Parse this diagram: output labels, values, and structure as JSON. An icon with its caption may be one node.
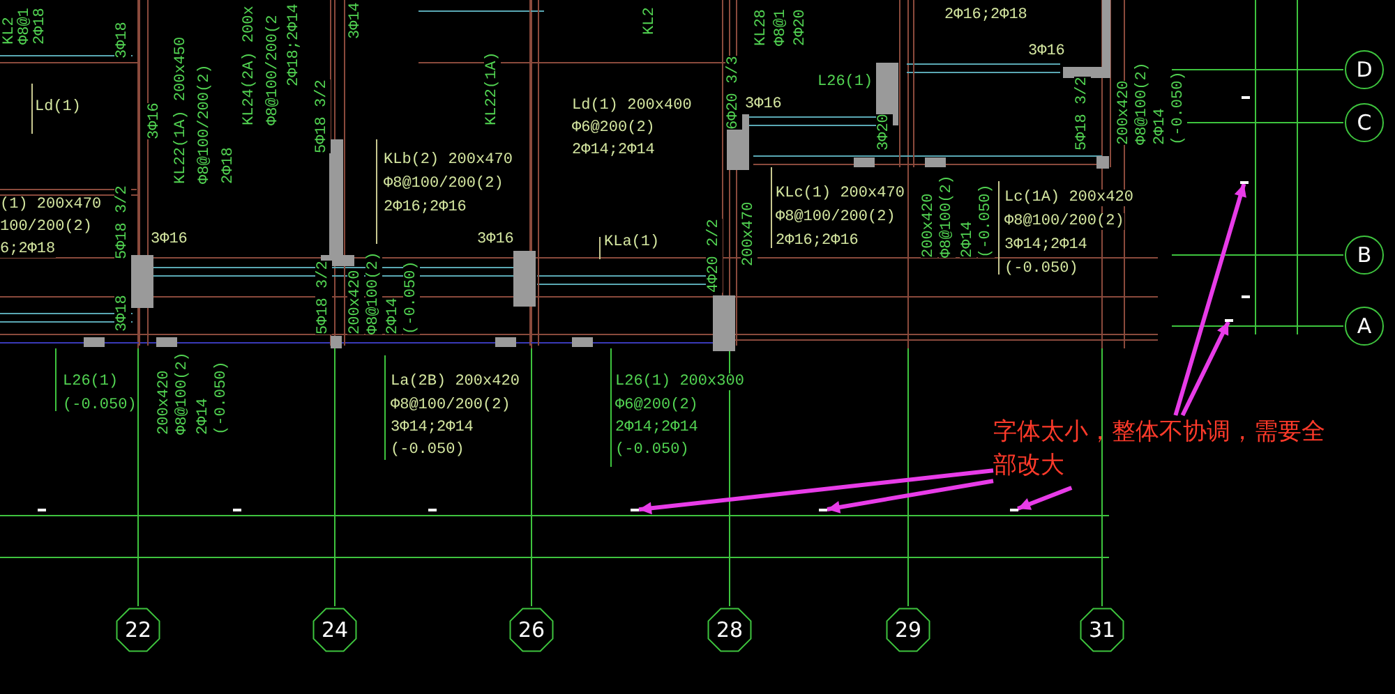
{
  "diagram": {
    "nodes": [
      {
        "text": [
          "D"
        ]
      },
      {
        "text": [
          "C"
        ]
      },
      {
        "text": [
          "B"
        ]
      },
      {
        "text": [
          "A"
        ]
      },
      {
        "text": [],
        "shape": "bar"
      },
      {
        "text": [],
        "shape": "bar"
      },
      {
        "text": [
          "字体太小，整体不协调，需要全部改大"
        ]
      },
      {
        "text": [],
        "shape": "bar"
      },
      {
        "text": [],
        "shape": "bar"
      },
      {
        "text": [],
        "shape": "bar"
      },
      {
        "text": [
          "22"
        ]
      },
      {
        "text": [
          "24"
        ]
      },
      {
        "text": [
          "26"
        ]
      },
      {
        "text": [
          "28"
        ]
      },
      {
        "text": [
          "29"
        ]
      },
      {
        "text": [
          "31"
        ]
      }
    ],
    "edges": [
      {
        "from": 6,
        "to": 4,
        "arrow": "to"
      },
      {
        "from": 6,
        "to": 5,
        "arrow": "to"
      },
      {
        "from": 6,
        "to": 7,
        "arrow": "to"
      },
      {
        "from": 6,
        "to": 8,
        "arrow": "to"
      },
      {
        "from": 6,
        "to": 9,
        "arrow": "to"
      }
    ],
    "labels": [
      "KL2",
      "Φ8@1",
      "2Φ18",
      "3Φ18",
      "Ld(1)",
      "3Φ16",
      "KL22(1A) 200x450",
      "Φ8@100/200(2)",
      "2Φ18",
      "KL24(2A) 200x",
      "Φ8@100/200(2",
      "2Φ18;2Φ14",
      "5Φ18 3/2",
      "(1) 200x470",
      "100/200(2)",
      "6;2Φ18",
      "5Φ18 3/2",
      "3Φ16",
      "3Φ14",
      "KL22(1A)",
      "KL2",
      "Ld(1) 200x400",
      "Φ6@200(2)",
      "2Φ14;2Φ14",
      "KLb(2) 200x470",
      "Φ8@100/200(2)",
      "2Φ16;2Φ16",
      "3Φ16",
      "KLa(1)",
      "6Φ20 3/3",
      "KL28",
      "Φ8@1",
      "2Φ20",
      "2Φ16;2Φ18",
      "3Φ16",
      "L26(1)",
      "3Φ16",
      "3Φ20",
      "5Φ18 3/2",
      "200x420",
      "Φ8@100(2)",
      "2Φ14",
      "(-0.050)",
      "KLc(1) 200x470",
      "Φ8@100/200(2)",
      "2Φ16;2Φ16",
      "200x470",
      "200x420",
      "Φ8@100(2)",
      "2Φ14",
      "(-0.050)",
      "Lc(1A) 200x420",
      "Φ8@100/200(2)",
      "3Φ14;2Φ14",
      "(-0.050)",
      "4Φ20 2/2",
      "3Φ18",
      "5Φ18 3/2",
      "200x420",
      "Φ8@100(2)",
      "2Φ14",
      "(-0.050)",
      "L26(1)",
      "(-0.050)",
      "200x420",
      "Φ8@100(2)",
      "2Φ14",
      "(-0.050)",
      "La(2B) 200x420",
      "Φ8@100/200(2)",
      "3Φ14;2Φ14",
      "(-0.050)",
      "L26(1) 200x300",
      "Φ6@200(2)",
      "2Φ14;2Φ14",
      "(-0.050)"
    ]
  }
}
